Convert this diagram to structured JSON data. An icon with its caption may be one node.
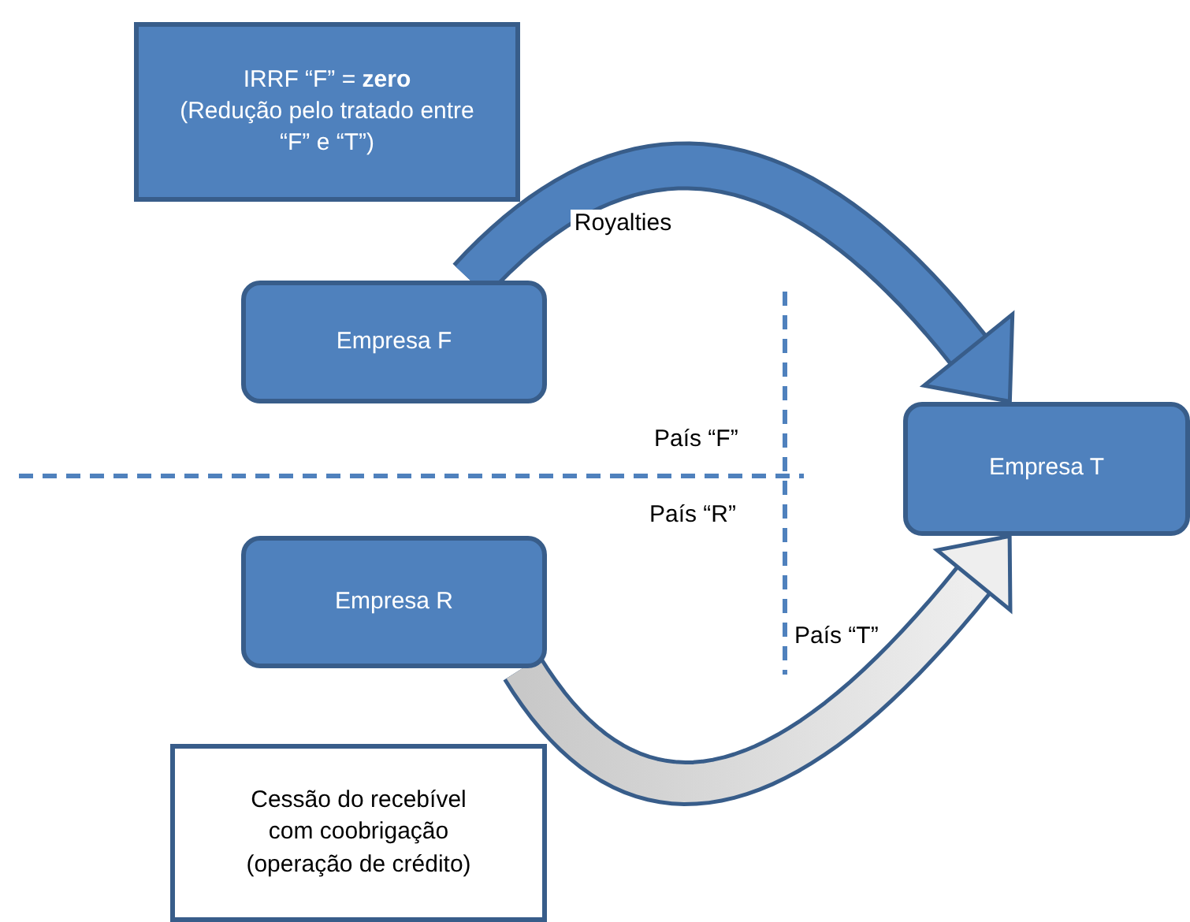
{
  "diagram": {
    "nodes": [
      {
        "text": [
          "IRRF “F” = **zero**",
          "(Redução pelo tratado entre “F” e “T”)"
        ]
      },
      {
        "text": [
          "Empresa F"
        ]
      },
      {
        "text": [
          "Empresa T"
        ]
      },
      {
        "text": [
          "Empresa R"
        ]
      },
      {
        "text": [
          "Cessão do recebível com coobrigação (operação de crédito)"
        ]
      }
    ],
    "edges": [
      {
        "from": 1,
        "to": 2,
        "arrow": "to",
        "label": "Royalties"
      },
      {
        "from": 3,
        "to": 2,
        "arrow": "to",
        "color": "#c8c8c8"
      }
    ],
    "labels": [
      "País “F”",
      "País “R”",
      "País “T”"
    ]
  }
}
